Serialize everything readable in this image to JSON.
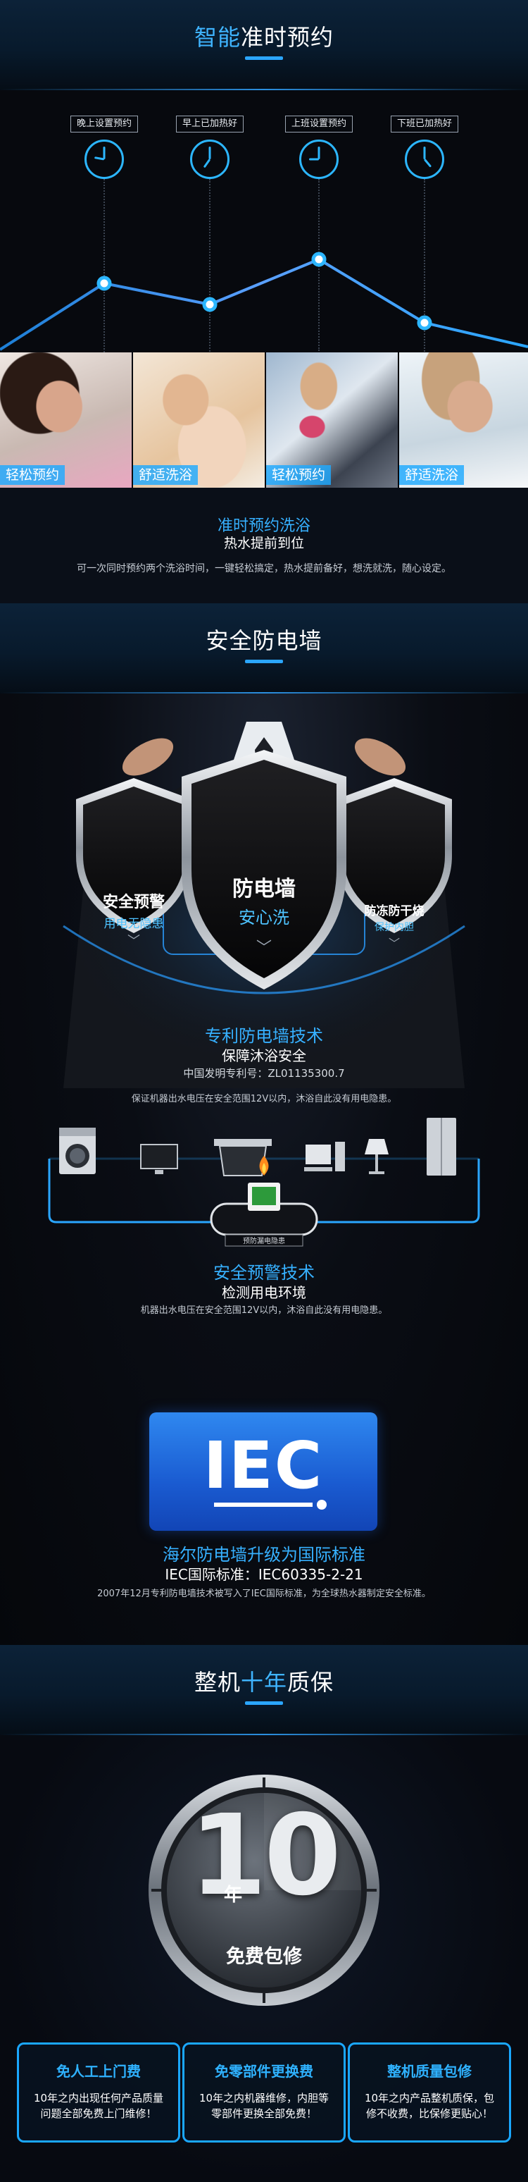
{
  "section1": {
    "title_part1": "智能",
    "title_part2": "准时预约",
    "time_labels": [
      "晚上设置预约",
      "早上已加热好",
      "上班设置预约",
      "下班已加热好"
    ],
    "photo_captions": [
      "轻松预约",
      "舒适洗浴",
      "轻松预约",
      "舒适洗浴"
    ],
    "headline": "准时预约洗浴",
    "subheadline": "热水提前到位",
    "description": "可一次同时预约两个洗浴时间，一键轻松搞定，热水提前备好，想洗就洗，随心设定。"
  },
  "section2": {
    "title": "安全防电墙",
    "shield_left": {
      "main": "安全预警",
      "sub": "用电无隐患"
    },
    "shield_center": {
      "main": "防电墙",
      "sub": "安心洗"
    },
    "shield_right": {
      "main": "防冻防干烧",
      "sub": "保护内胆"
    },
    "patent_title": "专利防电墙技术",
    "patent_subtitle": "保障沐浴安全",
    "patent_number": "中国发明专利号：ZL01135300.7",
    "patent_desc": "保证机器出水电压在安全范围12V以内，沐浴自此没有用电隐患。",
    "device_label": "预防漏电隐患",
    "warning_title": "安全预警技术",
    "warning_subtitle": "检测用电环境",
    "warning_desc": "机器出水电压在安全范围12V以内，沐浴自此没有用电隐患。",
    "iec_logo": "IEC",
    "iec_title": "海尔防电墙升级为国际标准",
    "iec_subtitle": "IEC国际标准：IEC60335-2-21",
    "iec_desc": "2007年12月专利防电墙技术被写入了IEC国际标准，为全球热水器制定安全标准。"
  },
  "section3": {
    "title_part1": "整机",
    "title_part2": "十年",
    "title_part3": "质保",
    "badge_number": "10",
    "badge_year": "年",
    "badge_text": "免费包修",
    "cards": [
      {
        "title": "免人工上门费",
        "desc": "10年之内出现任何产品质量问题全部免费上门维修！"
      },
      {
        "title": "免零部件更换费",
        "desc": "10年之内机器维修，内胆等零部件更换全部免费！"
      },
      {
        "title": "整机质量包修",
        "desc": "10年之内产品整机质保，包修不收费，比保修更贴心！"
      }
    ]
  },
  "colors": {
    "accent_blue": "#2cb6ff",
    "header_bg": "#0c2238",
    "page_bg": "#07090e",
    "iec_blue": "#1a5bd1"
  }
}
